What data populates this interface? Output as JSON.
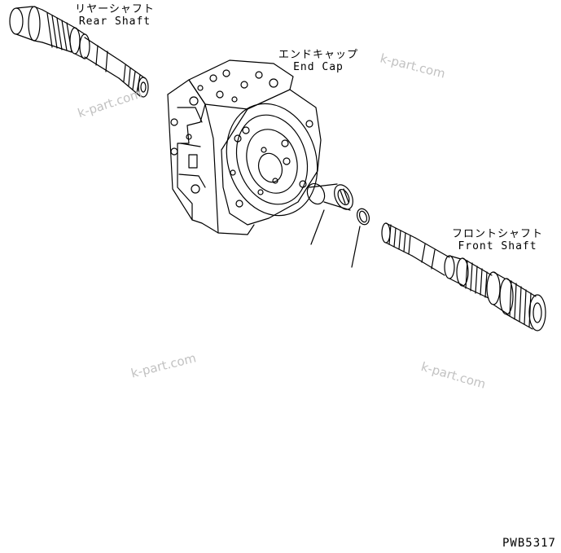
{
  "parts": {
    "rear_shaft": {
      "label_jp": "リヤーシャフト",
      "label_en": "Rear Shaft"
    },
    "end_cap": {
      "label_jp": "エンドキャップ",
      "label_en": "End Cap"
    },
    "front_shaft": {
      "label_jp": "フロントシャフト",
      "label_en": "Front Shaft"
    }
  },
  "watermark": "k-part.com",
  "drawing_code": "PWB5317"
}
